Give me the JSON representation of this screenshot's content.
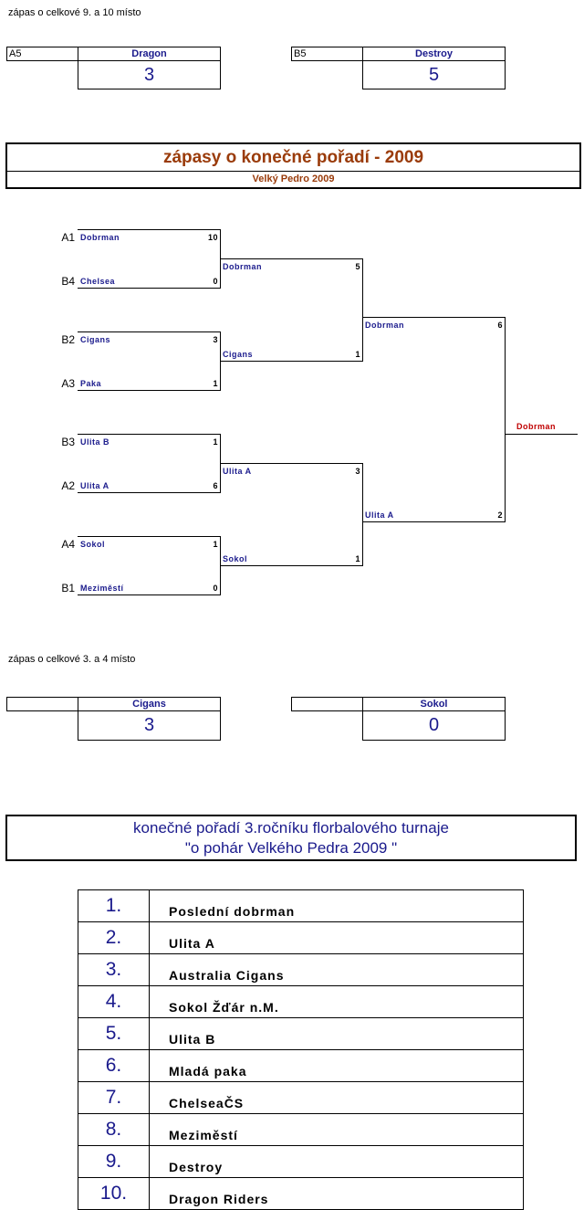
{
  "match_9_10": {
    "heading": "zápas o  celkové 9. a 10 místo",
    "left": {
      "seed": "A5",
      "team": "Dragon",
      "score": "3"
    },
    "right": {
      "seed": "B5",
      "team": "Destroy",
      "score": "5"
    }
  },
  "title": {
    "main": "zápasy o konečné pořadí - 2009",
    "sub": "Velký Pedro 2009"
  },
  "bracket": {
    "qf": [
      {
        "seed": "A1",
        "team": "Dobrman",
        "score": "10"
      },
      {
        "seed": "B4",
        "team": "Chelsea",
        "score": "0"
      },
      {
        "seed": "B2",
        "team": "Cigans",
        "score": "3"
      },
      {
        "seed": "A3",
        "team": "Paka",
        "score": "1"
      },
      {
        "seed": "B3",
        "team": "Ulita B",
        "score": "1"
      },
      {
        "seed": "A2",
        "team": "Ulita A",
        "score": "6"
      },
      {
        "seed": "A4",
        "team": "Sokol",
        "score": "1"
      },
      {
        "seed": "B1",
        "team": "Meziměstí",
        "score": "0"
      }
    ],
    "sf": [
      {
        "team": "Dobrman",
        "score": "5"
      },
      {
        "team": "Cigans",
        "score": "1"
      },
      {
        "team": "Ulita A",
        "score": "3"
      },
      {
        "team": "Sokol",
        "score": "1"
      }
    ],
    "final": [
      {
        "team": "Dobrman",
        "score": "6"
      },
      {
        "team": "Ulita A",
        "score": "2"
      }
    ],
    "winner": "Dobrman"
  },
  "match_3_4": {
    "heading": "zápas o  celkové 3. a 4 místo",
    "left": {
      "seed": "",
      "team": "Cigans",
      "score": "3"
    },
    "right": {
      "seed": "",
      "team": "Sokol",
      "score": "0"
    }
  },
  "final_standings": {
    "title_line1": "konečné pořadí 3.ročníku florbalového turnaje",
    "title_line2": "\"o pohár Velkého Pedra 2009 \"",
    "rows": [
      {
        "rank": "1.",
        "team": "Poslední dobrman"
      },
      {
        "rank": "2.",
        "team": "Ulita A"
      },
      {
        "rank": "3.",
        "team": "Australia Cigans"
      },
      {
        "rank": "4.",
        "team": "Sokol Žďár n.M."
      },
      {
        "rank": "5.",
        "team": "Ulita B"
      },
      {
        "rank": "6.",
        "team": "Mladá paka"
      },
      {
        "rank": "7.",
        "team": "ChelseaČS"
      },
      {
        "rank": "8.",
        "team": "Meziměstí"
      },
      {
        "rank": "9.",
        "team": "Destroy"
      },
      {
        "rank": "10.",
        "team": "Dragon Riders"
      }
    ]
  }
}
